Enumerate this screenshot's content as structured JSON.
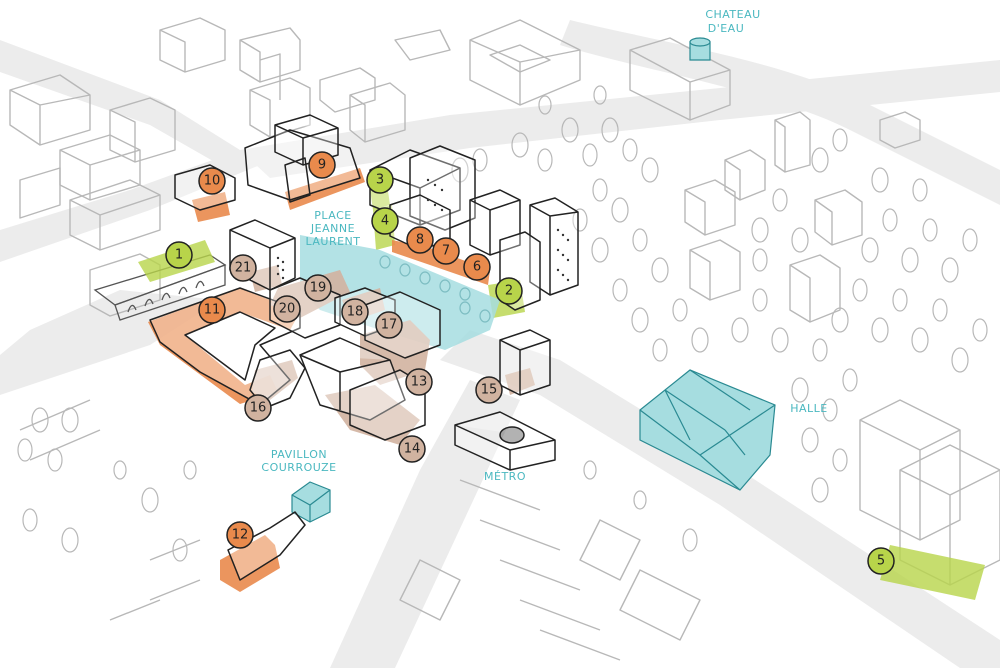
{
  "map": {
    "labels": {
      "chateau_line1": "CHATEAU",
      "chateau_line2": "D'EAU",
      "place_line1": "PLACE",
      "place_line2": "JEANNE",
      "place_line3": "LAURENT",
      "halle": "HALLE",
      "metro": "MÉTRO",
      "pavillon_line1": "PAVILLON",
      "pavillon_line2": "COURROUZE"
    },
    "markers": [
      {
        "num": "1",
        "category": "green"
      },
      {
        "num": "2",
        "category": "green"
      },
      {
        "num": "3",
        "category": "green"
      },
      {
        "num": "4",
        "category": "green"
      },
      {
        "num": "5",
        "category": "green"
      },
      {
        "num": "6",
        "category": "orange"
      },
      {
        "num": "7",
        "category": "orange"
      },
      {
        "num": "8",
        "category": "orange"
      },
      {
        "num": "9",
        "category": "orange"
      },
      {
        "num": "10",
        "category": "orange"
      },
      {
        "num": "11",
        "category": "orange"
      },
      {
        "num": "12",
        "category": "orange"
      },
      {
        "num": "13",
        "category": "tan"
      },
      {
        "num": "14",
        "category": "tan"
      },
      {
        "num": "15",
        "category": "tan"
      },
      {
        "num": "16",
        "category": "tan"
      },
      {
        "num": "17",
        "category": "tan"
      },
      {
        "num": "18",
        "category": "tan"
      },
      {
        "num": "19",
        "category": "tan"
      },
      {
        "num": "20",
        "category": "tan"
      },
      {
        "num": "21",
        "category": "tan"
      }
    ],
    "colors": {
      "green": "#b8d44a",
      "orange": "#e98a4c",
      "tan": "#d1b3a0",
      "cyan": "#a6dde0",
      "road": "#ececec",
      "line_gray": "#b8b8b8",
      "line_dark": "#222222"
    }
  }
}
